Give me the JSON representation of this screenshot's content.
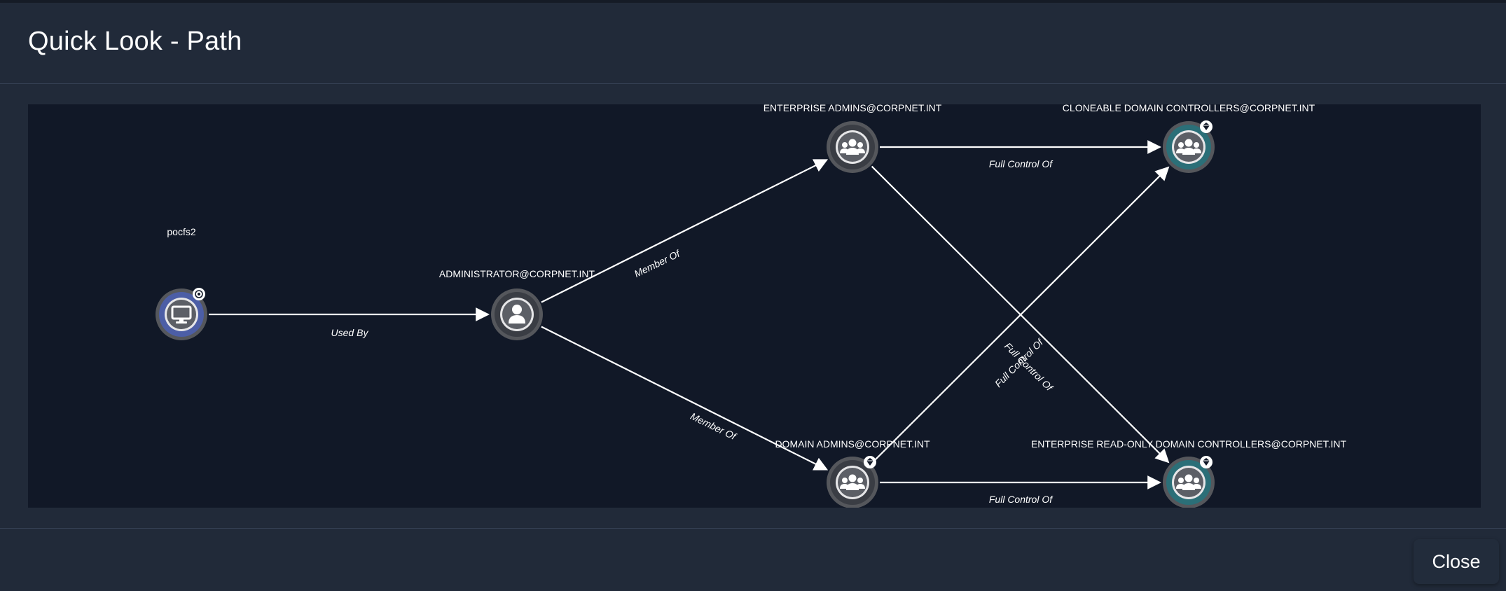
{
  "modal": {
    "title": "Quick Look - Path",
    "close_label": "Close"
  },
  "graph": {
    "nodes": [
      {
        "id": "pocfs2",
        "label": "pocfs2",
        "kind": "computer",
        "icon": "desktop-icon",
        "badge": "owned-target-icon",
        "color": "#4c5ea6"
      },
      {
        "id": "administrator",
        "label": "ADMINISTRATOR@CORPNET.INT",
        "kind": "user",
        "icon": "user-icon",
        "badge": null,
        "color": "#3a3d44"
      },
      {
        "id": "enterprise_admins",
        "label": "ENTERPRISE ADMINS@CORPNET.INT",
        "kind": "group",
        "icon": "group-icon",
        "badge": null,
        "color": "#3a3d44"
      },
      {
        "id": "domain_admins",
        "label": "DOMAIN ADMINS@CORPNET.INT",
        "kind": "group",
        "icon": "group-icon",
        "badge": "tier-zero-icon",
        "color": "#3a3d44"
      },
      {
        "id": "cloneable_dc",
        "label": "CLONEABLE DOMAIN CONTROLLERS@CORPNET.INT",
        "kind": "group",
        "icon": "group-icon",
        "badge": "tier-zero-icon",
        "color": "#2b6f78"
      },
      {
        "id": "enterprise_rodc",
        "label": "ENTERPRISE READ-ONLY DOMAIN CONTROLLERS@CORPNET.INT",
        "kind": "group",
        "icon": "group-icon",
        "badge": "tier-zero-icon",
        "color": "#2b6f78"
      }
    ],
    "edges": [
      {
        "from": "pocfs2",
        "to": "administrator",
        "label": "Used By"
      },
      {
        "from": "administrator",
        "to": "enterprise_admins",
        "label": "Member Of"
      },
      {
        "from": "administrator",
        "to": "domain_admins",
        "label": "Member Of"
      },
      {
        "from": "enterprise_admins",
        "to": "cloneable_dc",
        "label": "Full Control Of"
      },
      {
        "from": "enterprise_admins",
        "to": "enterprise_rodc",
        "label": "Full Control Of"
      },
      {
        "from": "domain_admins",
        "to": "cloneable_dc",
        "label": "Full Control Of"
      },
      {
        "from": "domain_admins",
        "to": "enterprise_rodc",
        "label": "Full Control Of"
      }
    ]
  }
}
